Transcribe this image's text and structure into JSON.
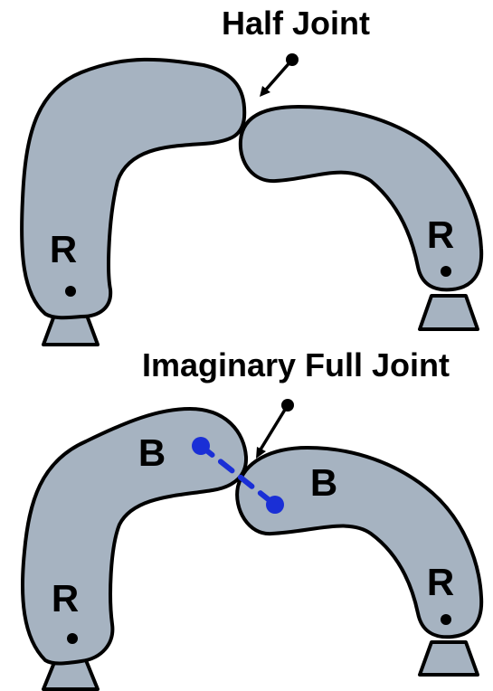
{
  "top_panel": {
    "title": "Half Joint",
    "left_link": {
      "base_label": "R"
    },
    "right_link": {
      "base_label": "R"
    }
  },
  "bottom_panel": {
    "title": "Imaginary Full Joint",
    "left_link": {
      "base_label": "R",
      "joint_label": "B"
    },
    "right_link": {
      "base_label": "R",
      "joint_label": "B"
    }
  },
  "colors": {
    "link_fill": "#a6b3c1",
    "outline": "#000000",
    "imaginary_link": "#1a2fd6",
    "background": "#ffffff"
  }
}
